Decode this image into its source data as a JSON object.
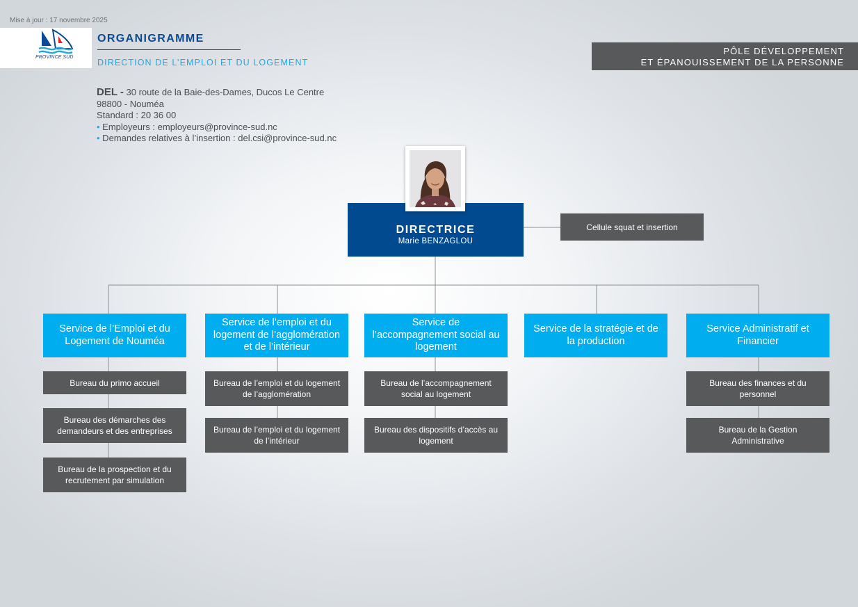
{
  "header": {
    "updated": "Mise à jour :  17 novembre 2025",
    "logo_text": "PROVINCE SUD",
    "title": "ORGANIGRAMME",
    "subtitle": "DIRECTION DE L’EMPLOI ET DU LOGEMENT",
    "pole_line1": "PÔLE DÉVELOPPEMENT",
    "pole_line2": "ET ÉPANOUISSEMENT DE LA PERSONNE"
  },
  "address": {
    "acronym": "DEL -",
    "street": " 30 route de la Baie-des-Dames, Ducos Le Centre",
    "city": "98800 - Nouméa",
    "phone": "Standard : 20 36 00",
    "bullet": "•",
    "employers": " Employeurs : employeurs@province-sud.nc",
    "insertion": " Demandes relatives à l’insertion : del.csi@province-sud.nc"
  },
  "director": {
    "title": "DIRECTRICE",
    "name": "Marie BENZAGLOU"
  },
  "cell": {
    "label": "Cellule squat et insertion"
  },
  "services": [
    {
      "label": "Service de l’Emploi et du Logement de Nouméa",
      "bureaus": [
        "Bureau du primo accueil",
        "Bureau des démarches des demandeurs et des entreprises",
        "Bureau de la prospection et du recrutement par simulation"
      ]
    },
    {
      "label": "Service de l’emploi et du logement de l’agglomération et de l’intérieur",
      "bureaus": [
        "Bureau de l’emploi et du logement de l’agglomération",
        "Bureau de l’emploi et du logement de l’intérieur"
      ]
    },
    {
      "label": "Service de l’accompagnement social au logement",
      "bureaus": [
        "Bureau de l’accompagnement social au logement",
        "Bureau des dispositifs d’accès au logement"
      ]
    },
    {
      "label": "Service de la stratégie et de la production",
      "bureaus": []
    },
    {
      "label": "Service Administratif et Financier",
      "bureaus": [
        "Bureau des finances et du personnel",
        "Bureau de la Gestion Administrative"
      ]
    }
  ],
  "colors": {
    "navy": "#024a90",
    "cyan": "#00aeef",
    "dark_gray": "#58595b",
    "connector": "#8c9096"
  },
  "icons": {
    "logo": "province-sud-logo",
    "portrait": "director-photo"
  }
}
